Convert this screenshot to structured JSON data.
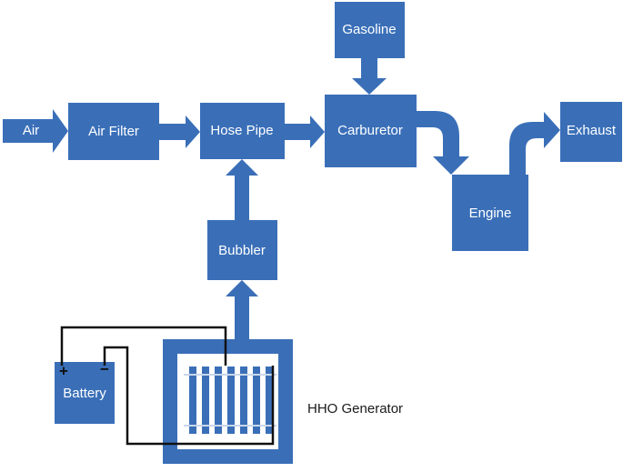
{
  "diagram": {
    "accent_color": "#3a6fb8",
    "wire_color": "#111111",
    "nodes": {
      "air": "Air",
      "air_filter": "Air Filter",
      "hose_pipe": "Hose Pipe",
      "carburetor": "Carburetor",
      "gasoline": "Gasoline",
      "engine": "Engine",
      "exhaust": "Exhaust",
      "bubbler": "Bubbler",
      "battery": "Battery",
      "hho_generator": "HHO Generator"
    },
    "battery_terminals": {
      "positive": "+",
      "negative": "−"
    }
  }
}
